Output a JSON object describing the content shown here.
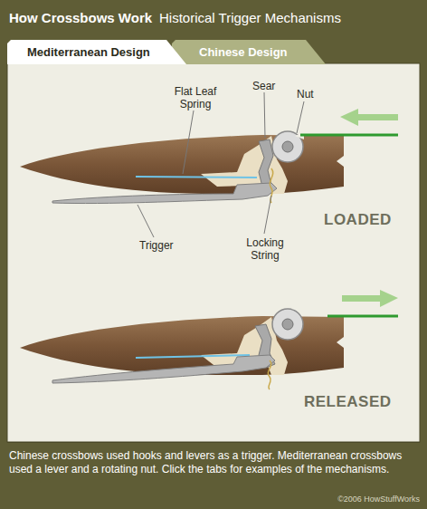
{
  "diagram": {
    "title": "How Crossbows Work",
    "caption": "Chinese crossbows used hooks and levers as a trigger. Mediterranean crossbows used a lever and a rotating nut. Click the tabs for examples of the mechanisms.",
    "nodes": [
      {
        "text": [
          "Mediterranean Design"
        ]
      },
      {
        "text": [
          "Chinese Design"
        ]
      }
    ],
    "labels": [
      "Historical Trigger Mechanisms",
      "Flat Leaf Spring",
      "Sear",
      "Nut",
      "Trigger",
      "Locking String",
      "LOADED",
      "RELEASED",
      "©2006 HowStuffWorks"
    ]
  }
}
